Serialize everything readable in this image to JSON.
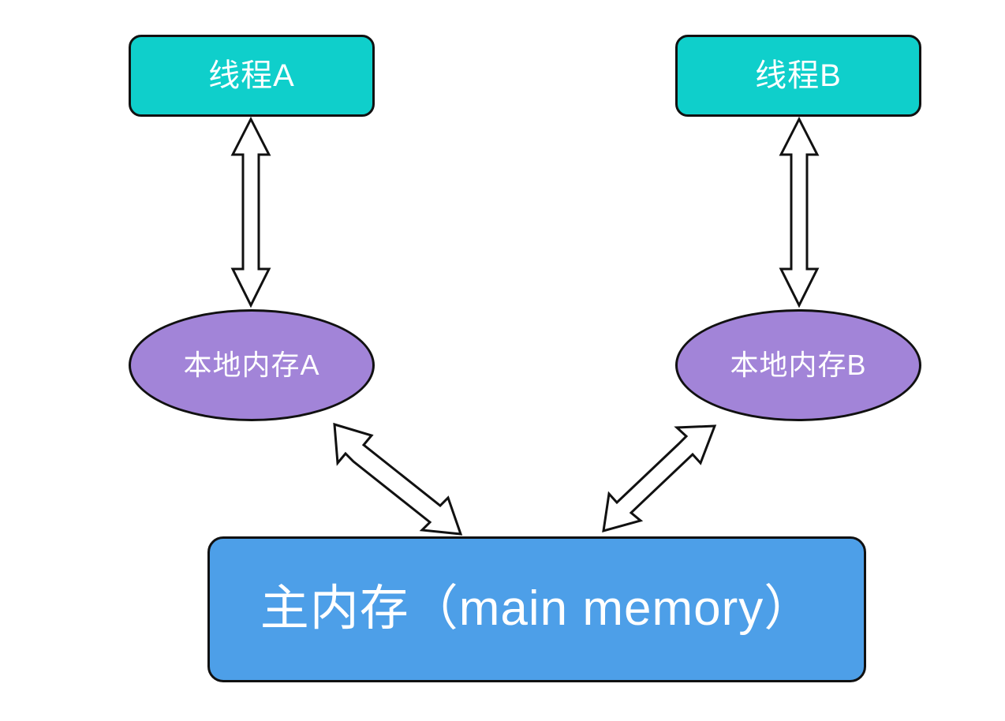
{
  "diagram": {
    "title": "Java Memory Model - threads, local memory and main memory",
    "background_color": "#ffffff",
    "nodes": {
      "thread_a": {
        "label": "线程A",
        "shape": "rounded-rectangle",
        "fill_color": "#0FCFCB",
        "border_color": "#111111",
        "text_color": "#ffffff"
      },
      "thread_b": {
        "label": "线程B",
        "shape": "rounded-rectangle",
        "fill_color": "#0FCFCB",
        "border_color": "#111111",
        "text_color": "#ffffff"
      },
      "local_memory_a": {
        "label": "本地内存A",
        "shape": "ellipse",
        "fill_color": "#A284D8",
        "border_color": "#111111",
        "text_color": "#ffffff"
      },
      "local_memory_b": {
        "label": "本地内存B",
        "shape": "ellipse",
        "fill_color": "#A284D8",
        "border_color": "#111111",
        "text_color": "#ffffff"
      },
      "main_memory": {
        "label": "主内存（main memory）",
        "shape": "rounded-rectangle",
        "fill_color": "#4D9FE8",
        "border_color": "#111111",
        "text_color": "#ffffff"
      }
    },
    "connectors": [
      {
        "name": "thread-a-to-local-memory-a",
        "style": "double-headed-hollow-arrow",
        "orientation": "vertical",
        "from": "thread_a",
        "to": "local_memory_a",
        "fill_color": "#ffffff",
        "stroke_color": "#111111"
      },
      {
        "name": "thread-b-to-local-memory-b",
        "style": "double-headed-hollow-arrow",
        "orientation": "vertical",
        "from": "thread_b",
        "to": "local_memory_b",
        "fill_color": "#ffffff",
        "stroke_color": "#111111"
      },
      {
        "name": "local-memory-a-to-main-memory",
        "style": "double-headed-hollow-arrow",
        "orientation": "diagonal-down-right",
        "from": "local_memory_a",
        "to": "main_memory",
        "fill_color": "#ffffff",
        "stroke_color": "#111111"
      },
      {
        "name": "local-memory-b-to-main-memory",
        "style": "double-headed-hollow-arrow",
        "orientation": "diagonal-down-left",
        "from": "local_memory_b",
        "to": "main_memory",
        "fill_color": "#ffffff",
        "stroke_color": "#111111"
      }
    ]
  }
}
